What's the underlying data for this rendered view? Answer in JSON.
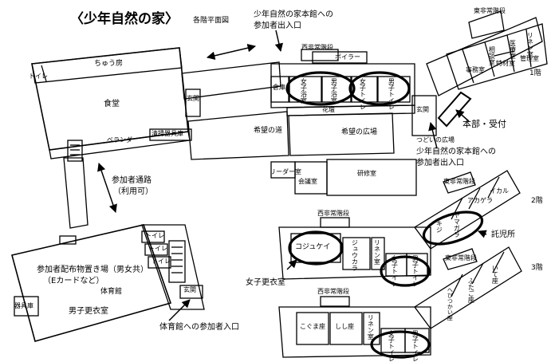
{
  "title": "〈少年自然の家〉",
  "subtitle": "各階平面図",
  "annotations": {
    "main_entrance_line1": "少年自然の家本館への",
    "main_entrance_line2": "参加者出入口",
    "main_entrance2_line1": "少年自然の家本館への",
    "main_entrance2_line2": "参加者出入口",
    "reception": "本部・受付",
    "passage_line1": "参加者通路",
    "passage_line2": "（利用可）",
    "gym_entrance": "体育館への参加者入口",
    "girls_changing": "女子更衣室",
    "nursery": "託児所",
    "floor1": "1階",
    "floor2": "2階",
    "floor3": "3階"
  },
  "rooms": {
    "kitchen": "ちゅう房",
    "toilet_kitchen": "トイレ",
    "dining": "食堂",
    "veranda": "ベランダ",
    "equipment_cleaning": "清掃器具庫",
    "corridor_hope": "希望の道",
    "plaza_hope": "希望の広場",
    "plaza_tsudoi": "つどいの広場",
    "kadan": "花壇",
    "genkan_left": "玄関",
    "genkan_right": "玄関",
    "soko": "倉庫",
    "west_stairs_1": "西非常階段",
    "boiler": "ボイラー",
    "girls_bath": "女子浴室",
    "boys_bath": "男子浴室",
    "girls_toilet_1": "女子トイレ",
    "boys_toilet_1": "男子トイレ",
    "east_stairs_1": "東非常階段",
    "linen": "リネン室",
    "soudan": "相談室",
    "iryo": "医療室",
    "office": "事務室",
    "tokuzai": "特材室",
    "kanri": "管理室",
    "leader": "リーダー室",
    "kaigi": "会議室",
    "kenshu": "研修室",
    "west_stairs_2": "西非常階段",
    "kojukei": "コジュケイ",
    "juukara": "ジュウカラ",
    "linen2": "リネン室",
    "girls_toilet_2": "女子トイレ",
    "boys_toilet_2": "男子トイレ",
    "east_stairs_2": "東非常階段",
    "kikka": "キジ",
    "shiju": "ヤマガラ",
    "akaguchi": "アカゲラ",
    "ikaru": "イカル",
    "west_stairs_3": "西非常階段",
    "kogunoma": "こぐま座",
    "shishiza": "しし座",
    "linen3": "リネン室",
    "girls_toilet_3": "女子トイレ",
    "boys_toilet_3": "男子トイレ",
    "east_stairs_3": "東非常階段",
    "hebiza": "へびつかい座",
    "futagoza": "ふたご座",
    "iteza": "いて座",
    "gym_toilet1": "トイレ",
    "gym_toilet2": "トイレ",
    "gym_toilet3": "トイレ",
    "supply_line1": "参加者配布物置き場（男女共）",
    "supply_line2": "（Eカードなど）",
    "gym": "体育館",
    "boys_changing": "男子更衣室",
    "kiguko": "器具庫",
    "genkan_gym": "玄関"
  }
}
